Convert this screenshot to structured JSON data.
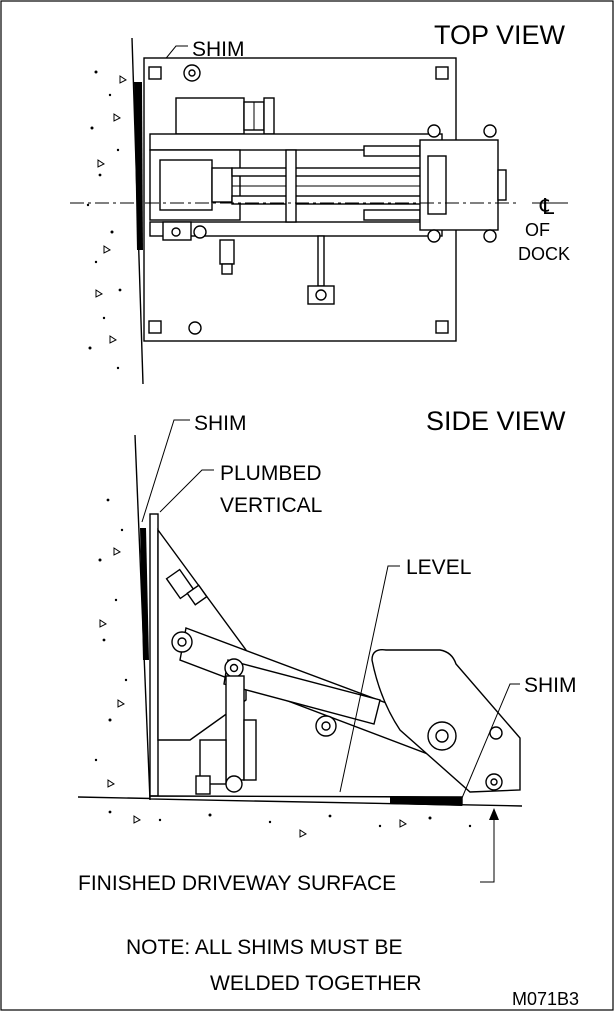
{
  "labels": {
    "top_view": "TOP VIEW",
    "side_view": "SIDE VIEW",
    "shim_top": "SHIM",
    "shim_side": "SHIM",
    "shim_right": "SHIM",
    "plumbed": "PLUMBED",
    "vertical": "VERTICAL",
    "level": "LEVEL",
    "centerline_symbol": "℄",
    "of": "OF",
    "dock": "DOCK",
    "finished_surface": "FINISHED DRIVEWAY SURFACE",
    "note_line1": "NOTE: ALL SHIMS MUST BE",
    "note_line2": "WELDED TOGETHER",
    "drawing_number": "M071B3"
  }
}
